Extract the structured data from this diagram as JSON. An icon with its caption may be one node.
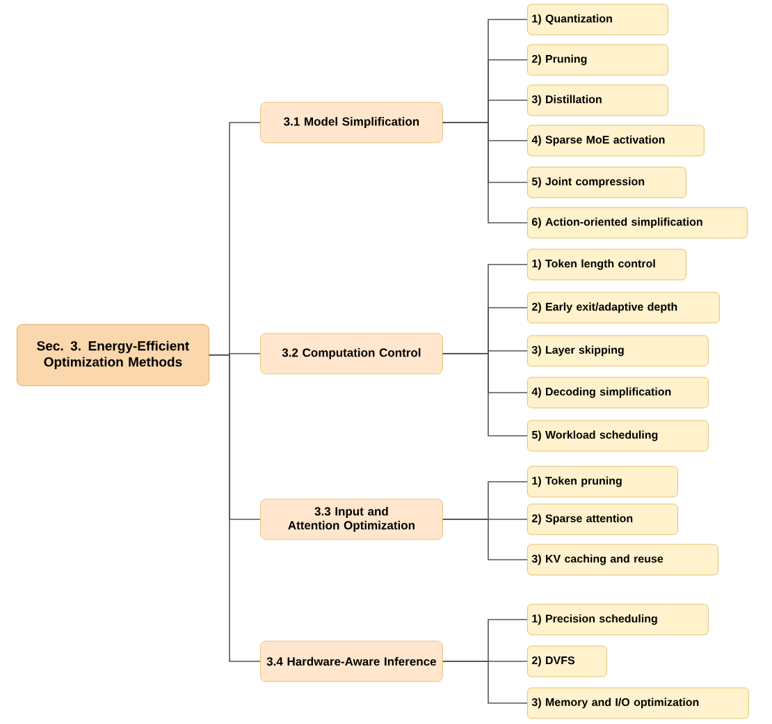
{
  "diagram": {
    "nodes": [
      {
        "text": [
          "Sec. 3. Energy-Efficient Optimization Methods"
        ]
      },
      {
        "text": [
          "3.1 Model Simplification"
        ]
      },
      {
        "text": [
          "3.2 Computation Control"
        ]
      },
      {
        "text": [
          "3.3 Input and Attention Optimization"
        ]
      },
      {
        "text": [
          "3.4 Hardware-Aware Inference"
        ]
      },
      {
        "text": [
          "1) Quantization"
        ]
      },
      {
        "text": [
          "2) Pruning"
        ]
      },
      {
        "text": [
          "3) Distillation"
        ]
      },
      {
        "text": [
          "4) Sparse MoE activation"
        ]
      },
      {
        "text": [
          "5) Joint compression"
        ]
      },
      {
        "text": [
          "6) Action-oriented simplification"
        ]
      },
      {
        "text": [
          "1) Token length control"
        ]
      },
      {
        "text": [
          "2) Early exit/adaptive depth"
        ]
      },
      {
        "text": [
          "3) Layer skipping"
        ]
      },
      {
        "text": [
          "4) Decoding simplification"
        ]
      },
      {
        "text": [
          "5) Workload scheduling"
        ]
      },
      {
        "text": [
          "1) Token pruning"
        ]
      },
      {
        "text": [
          "2) Sparse attention"
        ]
      },
      {
        "text": [
          "3) KV caching and reuse"
        ]
      },
      {
        "text": [
          "1) Precision scheduling"
        ]
      },
      {
        "text": [
          "2) DVFS"
        ]
      },
      {
        "text": [
          "3) Memory and I/O optimization"
        ]
      }
    ],
    "edges": [
      {
        "from": 0,
        "to": 1,
        "arrow": "none"
      },
      {
        "from": 0,
        "to": 2,
        "arrow": "none"
      },
      {
        "from": 0,
        "to": 3,
        "arrow": "none"
      },
      {
        "from": 0,
        "to": 4,
        "arrow": "none"
      },
      {
        "from": 1,
        "to": 5,
        "arrow": "none"
      },
      {
        "from": 1,
        "to": 6,
        "arrow": "none"
      },
      {
        "from": 1,
        "to": 7,
        "arrow": "none"
      },
      {
        "from": 1,
        "to": 8,
        "arrow": "none"
      },
      {
        "from": 1,
        "to": 9,
        "arrow": "none"
      },
      {
        "from": 1,
        "to": 10,
        "arrow": "none"
      },
      {
        "from": 2,
        "to": 11,
        "arrow": "none"
      },
      {
        "from": 2,
        "to": 12,
        "arrow": "none"
      },
      {
        "from": 2,
        "to": 13,
        "arrow": "none"
      },
      {
        "from": 2,
        "to": 14,
        "arrow": "none"
      },
      {
        "from": 2,
        "to": 15,
        "arrow": "none"
      },
      {
        "from": 3,
        "to": 16,
        "arrow": "none"
      },
      {
        "from": 3,
        "to": 17,
        "arrow": "none"
      },
      {
        "from": 3,
        "to": 18,
        "arrow": "none"
      },
      {
        "from": 4,
        "to": 19,
        "arrow": "none"
      },
      {
        "from": 4,
        "to": 20,
        "arrow": "none"
      },
      {
        "from": 4,
        "to": 21,
        "arrow": "none"
      }
    ]
  }
}
